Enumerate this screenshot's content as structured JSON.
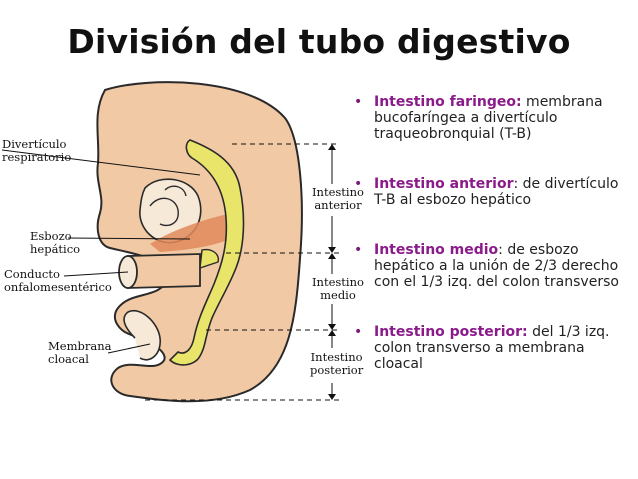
{
  "title": "División del tubo digestivo",
  "labels": {
    "diverticulo": "Divertículo\nrespiratorio",
    "esbozo": "Esbozo\nhepático",
    "conducto": "Conducto\nonfalomesentérico",
    "membrana": "Membrana\ncloacal",
    "int_anterior": "Intestino\nanterior",
    "int_medio": "Intestino\nmedio",
    "int_posterior": "Intestino\nposterior"
  },
  "bullets": [
    {
      "term": "Intestino faringeo",
      "sep": ":",
      "text": " membrana bucofaríngea a divertículo traqueobronquial (T-B)"
    },
    {
      "term": "Intestino anterior",
      "sep": ":",
      "text": " de divertículo T-B al esbozo hepático"
    },
    {
      "term": "Intestino medio",
      "sep": ":",
      "text": " de esbozo hepático a la unión de 2/3 derecho con el 1/3 izq. del colon transverso"
    },
    {
      "term": "Intestino posterior",
      "sep": ":",
      "text": " del 1/3 izq. colon transverso a membrana cloacal"
    }
  ],
  "colors": {
    "embryo": "#f1c9a5",
    "embryo_stroke": "#2a2a2a",
    "gut": "#e9e46a",
    "liver": "#e08a5a",
    "term": "#8b1a8b"
  }
}
